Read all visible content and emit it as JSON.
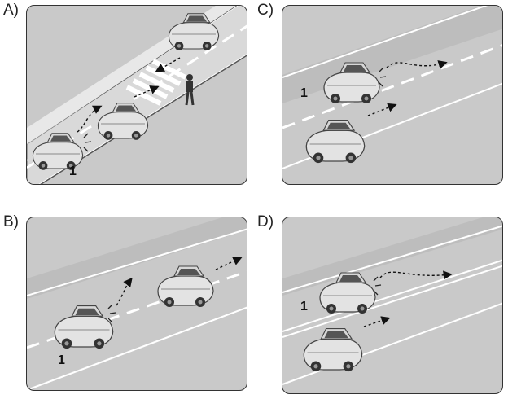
{
  "options": [
    {
      "label": "A)",
      "car_number": "1"
    },
    {
      "label": "B)",
      "car_number": "1"
    },
    {
      "label": "C)",
      "car_number": "1"
    },
    {
      "label": "D)",
      "car_number": "1"
    }
  ]
}
